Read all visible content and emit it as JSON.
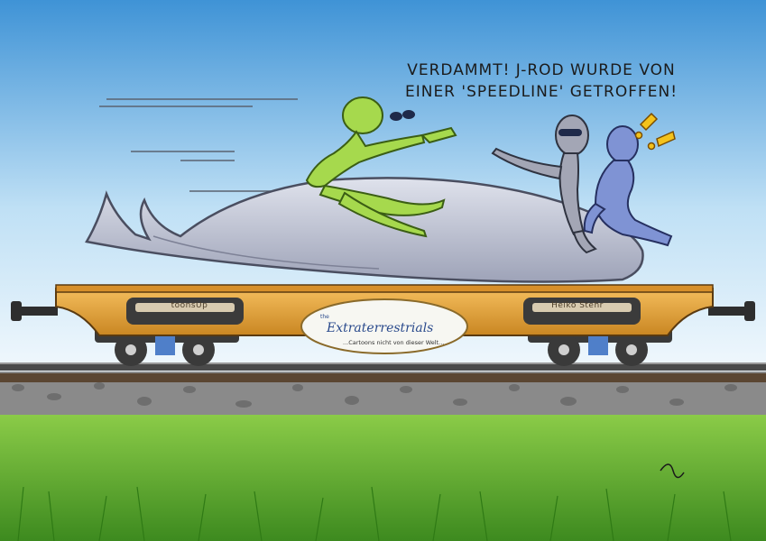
{
  "speech": {
    "line1": "VERDAMMT! J-ROD WURDE VON",
    "line2": "EINER 'SPEEDLINE' GETROFFEN!"
  },
  "wagon": {
    "brand_left": "toonsUp",
    "brand_right": "Heiko Stehr",
    "logo_the": "the",
    "logo_main": "Extraterrestrials",
    "logo_tagline": "...Cartoons nicht von dieser Welt..."
  },
  "colors": {
    "sky_top": "#4a9ad8",
    "sky_bottom": "#eaf4fb",
    "wagon_orange": "#e3a03a",
    "wagon_dark": "#3a3a3a",
    "alien_green": "#9bd24a",
    "alien_grey": "#9a9fb0",
    "alien_blue": "#7c8fd0",
    "sled_grey": "#b8bccd",
    "grass": "#5fae2e",
    "ballast": "#8b8b8b"
  }
}
